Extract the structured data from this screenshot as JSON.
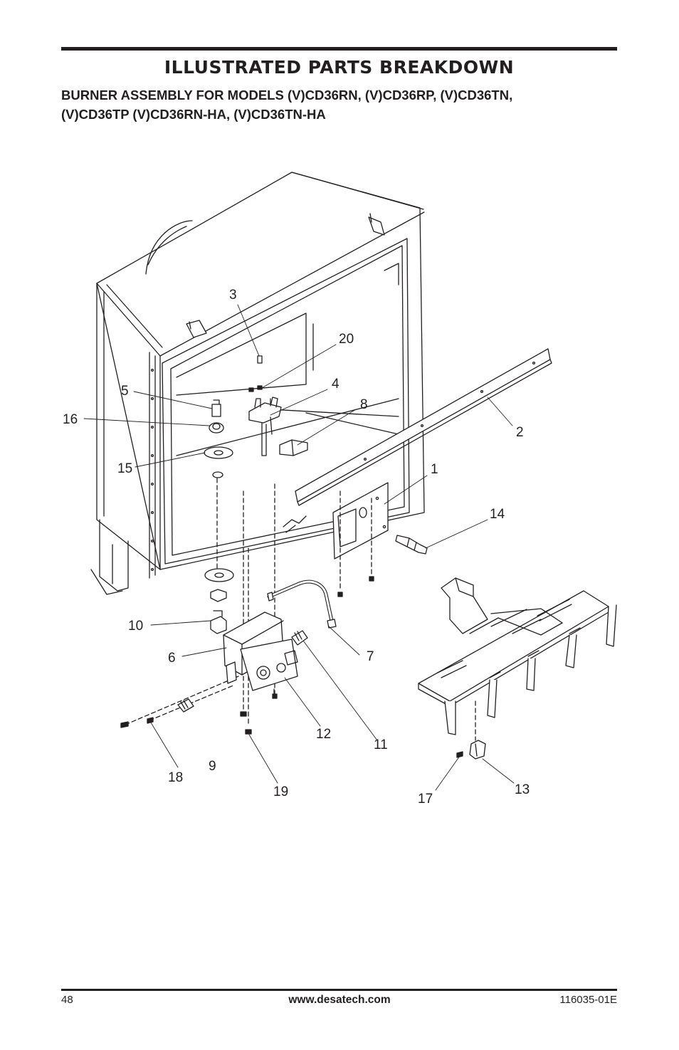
{
  "header": {
    "title": "ILLUSTRATED PARTS BREAKDOWN",
    "subtitle_line1": "BURNER ASSEMBLY FOR MODELS (V)CD36RN, (V)CD36RP, (V)CD36TN,",
    "subtitle_line2": "(V)CD36TP (V)CD36RN-HA, (V)CD36TN-HA"
  },
  "diagram": {
    "callouts": [
      "1",
      "2",
      "3",
      "4",
      "5",
      "6",
      "7",
      "8",
      "9",
      "10",
      "11",
      "12",
      "13",
      "14",
      "15",
      "16",
      "17",
      "18",
      "19",
      "20"
    ]
  },
  "footer": {
    "page_number": "48",
    "website": "www.desatech.com",
    "doc_number": "116035-01E"
  }
}
